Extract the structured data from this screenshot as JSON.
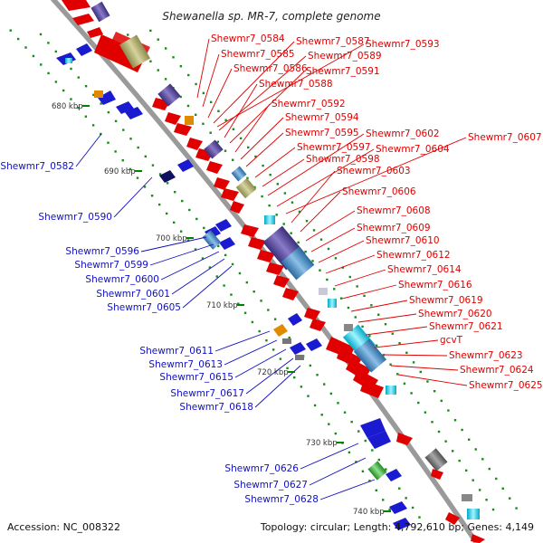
{
  "title": "Shewanella sp. MR-7, complete genome",
  "footer": {
    "accession": "Accession: NC_008322",
    "topology": "Topology: circular; Length: 4,792,610 bp; Genes: 4,149"
  },
  "kbp_labels": [
    "680 kbp",
    "690 kbp",
    "700 kbp",
    "710 kbp",
    "720 kbp",
    "730 kbp",
    "740 kbp"
  ],
  "forward_genes": [
    "Shewmr7_0584",
    "Shewmr7_0585",
    "Shewmr7_0586",
    "Shewmr7_0587",
    "Shewmr7_0589",
    "Shewmr7_0588",
    "Shewmr7_0591",
    "Shewmr7_0593",
    "Shewmr7_0592",
    "Shewmr7_0594",
    "Shewmr7_0595",
    "Shewmr7_0597",
    "Shewmr7_0598",
    "Shewmr7_0602",
    "Shewmr7_0604",
    "Shewmr7_0607",
    "Shewmr7_0603",
    "Shewmr7_0606",
    "Shewmr7_0608",
    "Shewmr7_0609",
    "Shewmr7_0610",
    "Shewmr7_0612",
    "Shewmr7_0614",
    "Shewmr7_0616",
    "Shewmr7_0619",
    "Shewmr7_0620",
    "Shewmr7_0621",
    "gcvT",
    "Shewmr7_0623",
    "Shewmr7_0624",
    "Shewmr7_0625"
  ],
  "reverse_genes": [
    "Shewmr7_0582",
    "Shewmr7_0590",
    "Shewmr7_0596",
    "Shewmr7_0599",
    "Shewmr7_0600",
    "Shewmr7_0601",
    "Shewmr7_0605",
    "Shewmr7_0611",
    "Shewmr7_0613",
    "Shewmr7_0615",
    "Shewmr7_0617",
    "Shewmr7_0618",
    "Shewmr7_0626",
    "Shewmr7_0627",
    "Shewmr7_0628"
  ],
  "colors": {
    "forward": "#e00000",
    "reverse": "#1010c0",
    "backbone": "#999999",
    "tick": "#008000"
  }
}
